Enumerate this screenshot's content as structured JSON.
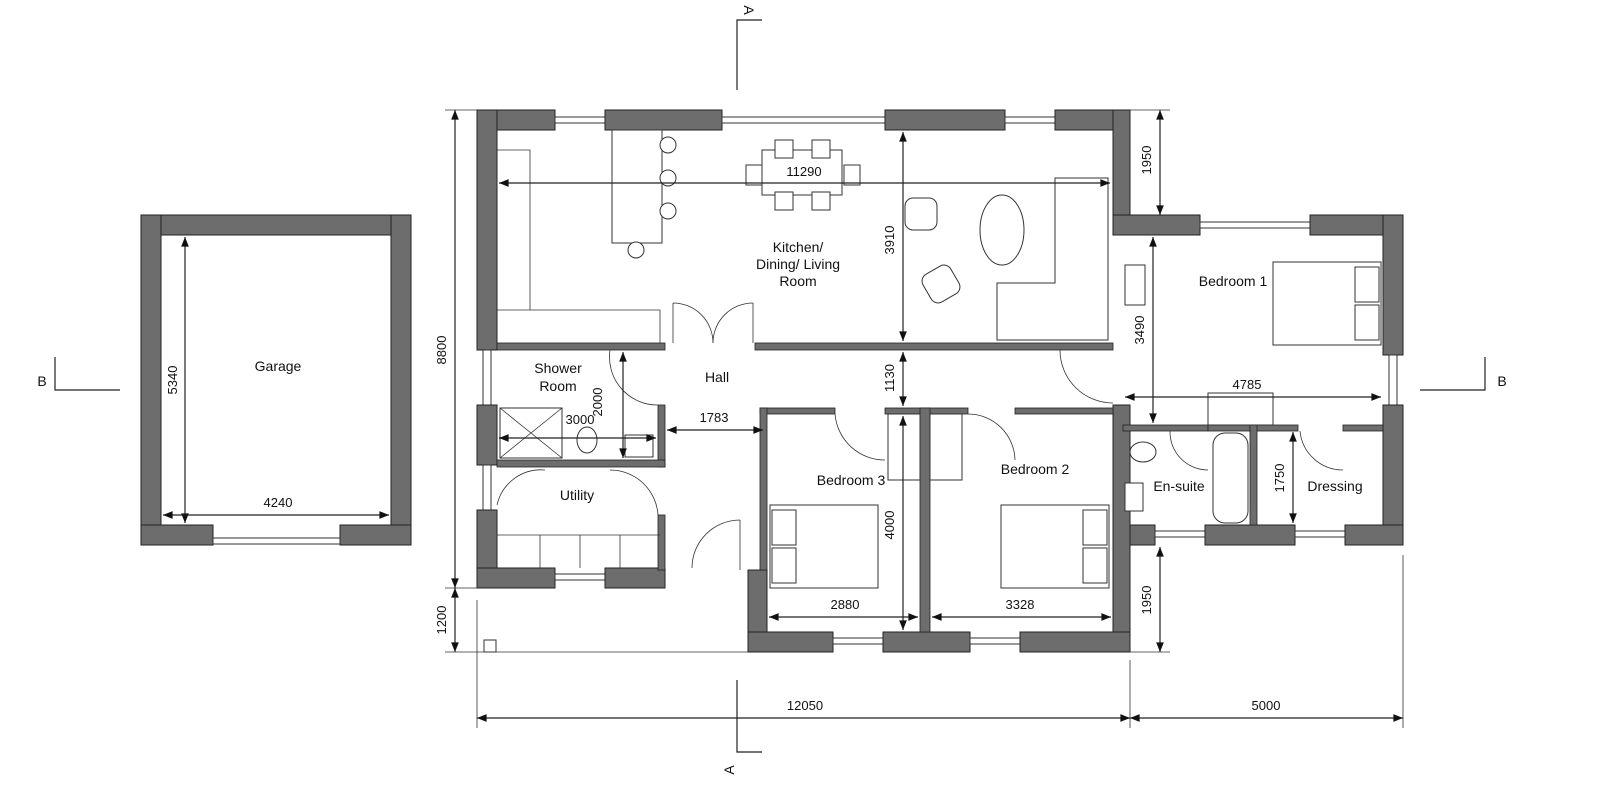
{
  "rooms": {
    "garage": "Garage",
    "kitchen_line1": "Kitchen/",
    "kitchen_line2": "Dining/ Living",
    "kitchen_line3": "Room",
    "shower_line1": "Shower",
    "shower_line2": "Room",
    "hall": "Hall",
    "utility": "Utility",
    "bedroom3": "Bedroom 3",
    "bedroom2": "Bedroom 2",
    "bedroom1": "Bedroom 1",
    "ensuite": "En-suite",
    "dressing": "Dressing"
  },
  "dimensions": {
    "kitchen_width": "11290",
    "kitchen_depth": "3910",
    "wing_top_offset": "1950",
    "bedroom1_depth": "3490",
    "bedroom1_width": "4785",
    "dressing_depth": "1750",
    "hall_depth": "1130",
    "shower_depth": "2000",
    "shower_width": "3000",
    "hall_width": "1783",
    "bedroom_depth": "4000",
    "bedroom3_width": "2880",
    "bedroom2_width": "3328",
    "wing_bottom_offset": "1950",
    "overall_depth": "8800",
    "porch_depth": "1200",
    "garage_depth": "5340",
    "garage_width": "4240",
    "main_width": "12050",
    "wing_width": "5000"
  },
  "sections": {
    "a_top": "A",
    "a_bottom": "A",
    "b_left": "B",
    "b_right": "B"
  }
}
